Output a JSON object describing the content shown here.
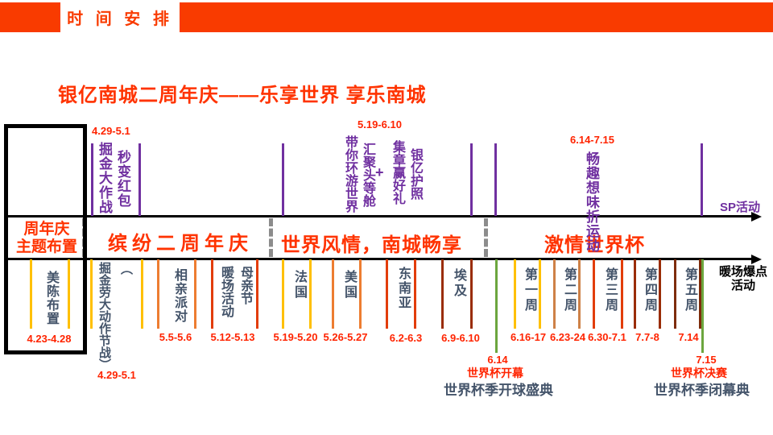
{
  "palette": {
    "header_red": "#f93b00",
    "title_red": "#ff3300",
    "date_red": "#ff2400",
    "purple": "#7030a0",
    "navy": "#44546a",
    "green": "#6ca63e",
    "yellow": "#ffc000",
    "orange": "#ed7d31",
    "tan": "#ce8147",
    "vermilion": "#e23d0a",
    "dark_red": "#9a2d07",
    "maroon": "#7e2c0c",
    "gray_dash": "#8c8c8c"
  },
  "header": {
    "tab_label": "时 间 安 排"
  },
  "main_title": "银亿南城二周年庆——乐享世界  享乐南城",
  "sp_axis": {
    "label": "SP活动"
  },
  "warmup_axis": {
    "label_line1": "暖场爆点",
    "label_line2": "活动"
  },
  "sections": {
    "anniversary_line1": "周年庆",
    "anniversary_line2": "主题布置",
    "colorful": "缤纷二周年庆",
    "world": "世界风情，南城畅享",
    "worldcup": "激情世界杯"
  },
  "sp_events": {
    "goldrush": {
      "date": "4.29-5.1",
      "col1": "掘金大作战",
      "col2": "秒变红包"
    },
    "passport": {
      "date": "5.19-6.10",
      "col1": "带你环游世界",
      "col2": "汇聚头等舱",
      "plus": "+",
      "col3": "集章赢好礼",
      "col4": "银亿护照"
    },
    "worldcup_fun": {
      "date": "6.14-7.15",
      "text": "畅趣想味折运动"
    }
  },
  "warmup_events": [
    {
      "label": "美陈布置",
      "date": "4.23-4.28"
    },
    {
      "label": "掘金劳大动作节战）",
      "paren": "（",
      "date": "4.29-5.1"
    },
    {
      "label": "相亲派对",
      "date": "5.5-5.6"
    },
    {
      "label": "暖场活动",
      "label2": "母亲节",
      "date": "5.12-5.13"
    },
    {
      "label": "法国",
      "date": "5.19-5.20"
    },
    {
      "label": "美国",
      "date": "5.26-5.27"
    },
    {
      "label": "东南亚",
      "date": "6.2-6.3"
    },
    {
      "label": "埃及",
      "date": "6.9-6.10"
    },
    {
      "label": "第一周",
      "date": "6.16-17"
    },
    {
      "label": "第二周",
      "date": "6.23-24"
    },
    {
      "label": "第三周",
      "date": "6.30-7.1"
    },
    {
      "label": "第四周",
      "date": "7.7-8"
    },
    {
      "label": "第五周",
      "date": "7.14"
    }
  ],
  "worldcup_markers": {
    "opening": {
      "date": "6.14",
      "event": "世界杯开幕",
      "ceremony": "世界杯季开球盛典"
    },
    "final": {
      "date": "7.15",
      "event": "世界杯决赛",
      "ceremony": "世界杯季闭幕典"
    }
  }
}
